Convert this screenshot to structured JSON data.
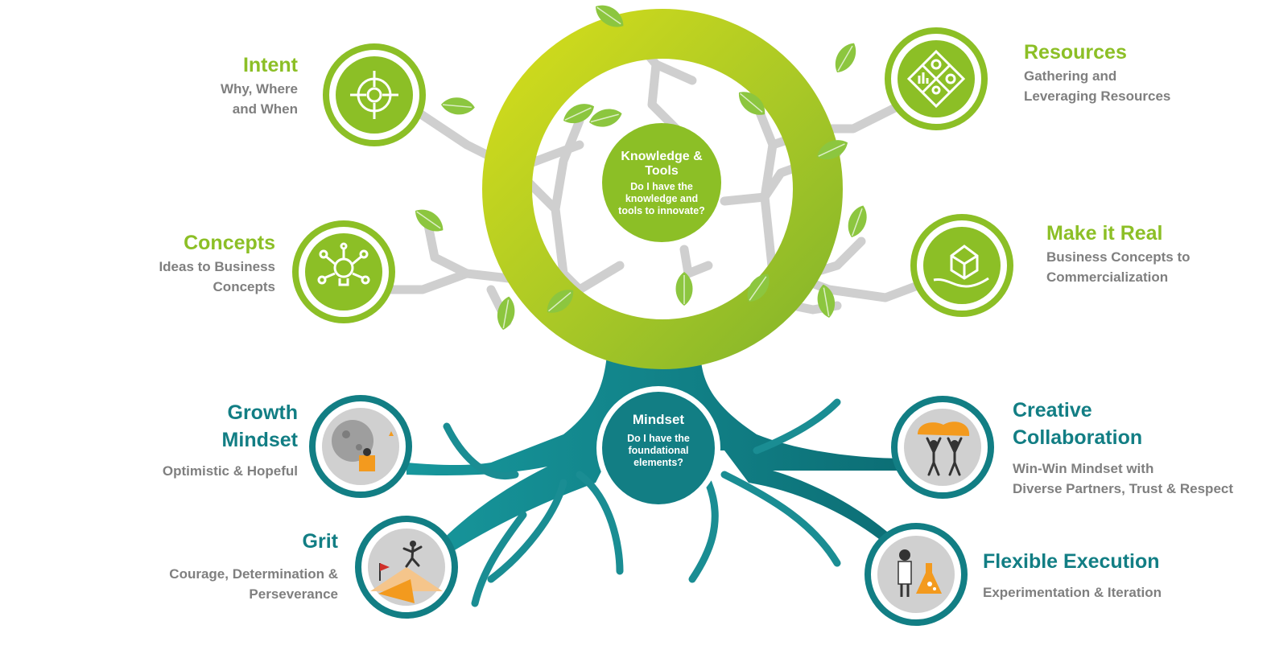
{
  "center_top": {
    "title": "Knowledge & Tools",
    "question": "Do I have the knowledge and tools to innovate?"
  },
  "center_bottom": {
    "title": "Mindset",
    "question": "Do I have the foundational elements?"
  },
  "branches": {
    "intent": {
      "title": "Intent",
      "line1": "Why, Where",
      "line2": "and When",
      "icon": "target-icon"
    },
    "concepts": {
      "title": "Concepts",
      "line1": "Ideas to Business",
      "line2": "Concepts",
      "icon": "lightbulb-gears-icon"
    },
    "resources": {
      "title": "Resources",
      "line1": "Gathering and",
      "line2": "Leveraging Resources",
      "icon": "resources-diamond-icon"
    },
    "make_it_real": {
      "title": "Make it Real",
      "line1": "Business Concepts to",
      "line2": "Commercialization",
      "icon": "hand-cube-icon"
    }
  },
  "roots": {
    "growth": {
      "title_line1": "Growth",
      "title_line2": "Mindset",
      "line1": "Optimistic & Hopeful",
      "icon": "moon-jetpack-icon"
    },
    "grit": {
      "title": "Grit",
      "line1": "Courage, Determination &",
      "line2": "Perseverance",
      "icon": "mountain-climber-icon"
    },
    "creative": {
      "title_line1": "Creative",
      "title_line2": "Collaboration",
      "line1": "Win-Win Mindset with",
      "line2": "Diverse Partners, Trust & Respect",
      "icon": "people-lifting-icon"
    },
    "flexible": {
      "title": "Flexible Execution",
      "line1": "Experimentation & Iteration",
      "icon": "scientist-flask-icon"
    }
  },
  "colors": {
    "green": "#8cbf26",
    "light_green": "#c5d82a",
    "teal": "#127e84",
    "dark_teal": "#0b5f66",
    "gray_text": "#7f7f7f",
    "branch_gray": "#cfcfcf",
    "orange": "#f39a1e"
  }
}
